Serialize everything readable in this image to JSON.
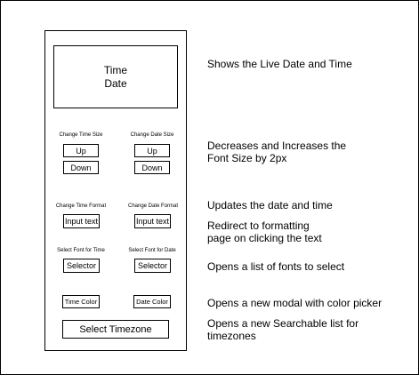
{
  "display": {
    "time": "Time",
    "date": "Date"
  },
  "size_controls": {
    "time_label": "Change Time Size",
    "date_label": "Change Date Size",
    "up_label": "Up",
    "down_label": "Down"
  },
  "format_controls": {
    "time_label": "Change Time Format",
    "date_label": "Change Date Format",
    "input_label": "Input text"
  },
  "font_controls": {
    "time_label": "Select Font for Time",
    "date_label": "Select Font for Date",
    "selector_label": "Selector"
  },
  "color_controls": {
    "time_label": "Time Color",
    "date_label": "Date Color"
  },
  "timezone_button": "Select Timezone",
  "descriptions": {
    "display": "Shows the Live Date and Time",
    "size_line1": "Decreases and Increases the",
    "size_line2": "Font Size by 2px",
    "format": "Updates the date and time",
    "redirect_line1": "Redirect to formatting",
    "redirect_line2": "page on clicking the text",
    "font": "Opens a list of fonts to select",
    "color": "Opens a new modal with color picker",
    "timezone_line1": "Opens a new Searchable list for",
    "timezone_line2": "timezones"
  }
}
